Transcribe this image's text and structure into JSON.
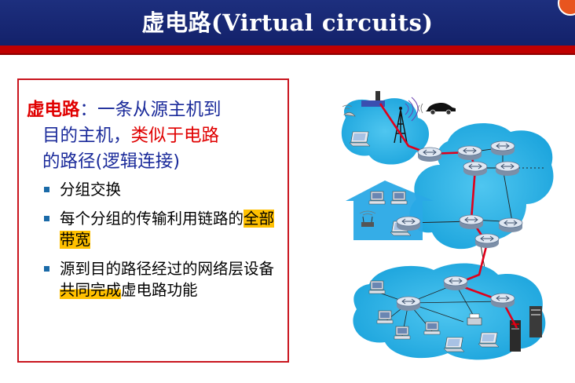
{
  "slide": {
    "title": "虚电路(Virtual circuits)",
    "definition": {
      "term": "虚电路",
      "colon": "：",
      "line1_rest": "一条从源主机到",
      "line2_a": "目的主机，",
      "line2_b": "类似于电路",
      "line3": "的路径(逻辑连接)"
    },
    "bullets": [
      {
        "text": "分组交换"
      },
      {
        "text_a": "每个分组的传输利用链路的",
        "highlight": "全部带宽"
      },
      {
        "text_a": "源到目的路径经过的网络层设备",
        "highlight": "共同完成",
        "text_b": "虚电路功能"
      }
    ]
  },
  "colors": {
    "title_bg": "#13216a",
    "accent_red": "#c00000",
    "body_blue": "#1a2a9a",
    "highlight": "#ffc000",
    "network_cloud": "#29b6e8",
    "circuit_path": "#e0001b"
  },
  "diagram": {
    "icons": [
      "satellite-dish-icon",
      "cell-tower-icon",
      "car-icon",
      "laptop-icon",
      "router-icon",
      "home-icon",
      "wireless-ap-icon",
      "desktop-icon",
      "server-icon",
      "printer-icon"
    ]
  }
}
